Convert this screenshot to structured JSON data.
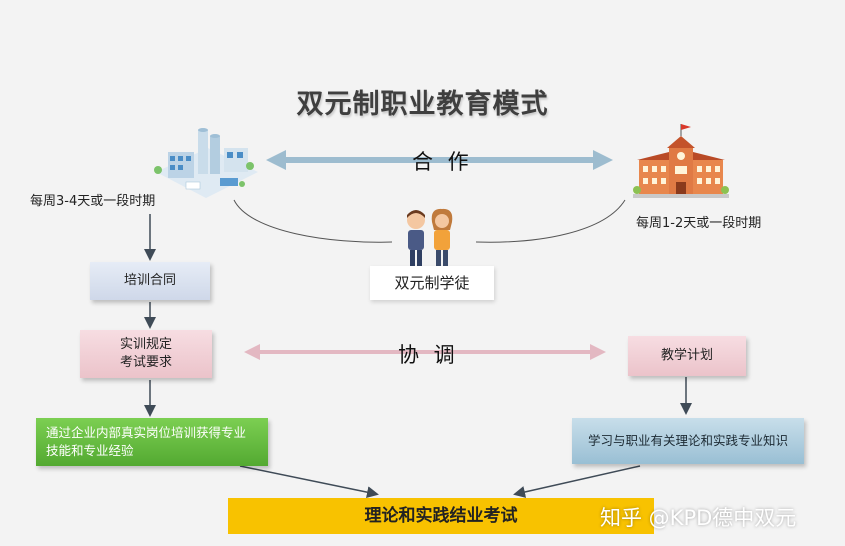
{
  "title": "双元制职业教育模式",
  "left_period": "每周3-4天或一段时期",
  "right_period": "每周1-2天或一段时期",
  "cooperation": "合 作",
  "coordination": "协 调",
  "apprentice": "双元制学徒",
  "training_contract": "培训合同",
  "training_rules": "实训规定\n考试要求",
  "company_training": "通过企业内部真实岗位培训获得专业技能和专业经验",
  "teaching_plan": "教学计划",
  "school_learning": "学习与职业有关理论和实践专业知识",
  "final_exam": "理论和实践结业考试",
  "watermark": "知乎 @KPD德中双元",
  "colors": {
    "cooperation_arrow": "#9dbccf",
    "coordination_arrow": "#e3b8c2",
    "green_box": "#5fb23a",
    "steel_box": "#a9c9dc",
    "exam_box": "#f8c200"
  },
  "icons": [
    "factory-icon",
    "school-icon",
    "students-icon"
  ]
}
